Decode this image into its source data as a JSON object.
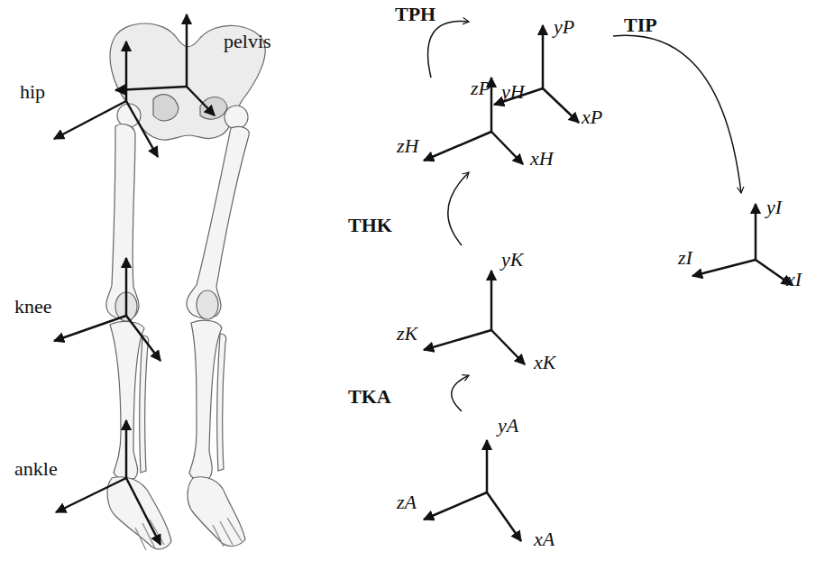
{
  "diagram": {
    "nodes": [
      {
        "text": [
          "yP",
          "xP",
          "zP"
        ]
      },
      {
        "text": [
          "yH",
          "zH",
          "xH"
        ]
      },
      {
        "text": [
          "yI",
          "zI",
          "xI"
        ]
      },
      {
        "text": [
          "yK",
          "zK",
          "xK"
        ]
      },
      {
        "text": [
          "yA",
          "zA",
          "xA"
        ]
      }
    ],
    "edges": [
      {
        "from": 1,
        "to": 0,
        "arrow": "to",
        "label": "TPH"
      },
      {
        "from": 0,
        "to": 2,
        "arrow": "to",
        "label": "TIP"
      },
      {
        "from": 3,
        "to": 1,
        "arrow": "to",
        "label": "THK"
      },
      {
        "from": 4,
        "to": 3,
        "arrow": "to",
        "label": "TKA"
      }
    ],
    "labels": [
      "pelvis",
      "hip",
      "knee",
      "ankle"
    ]
  }
}
